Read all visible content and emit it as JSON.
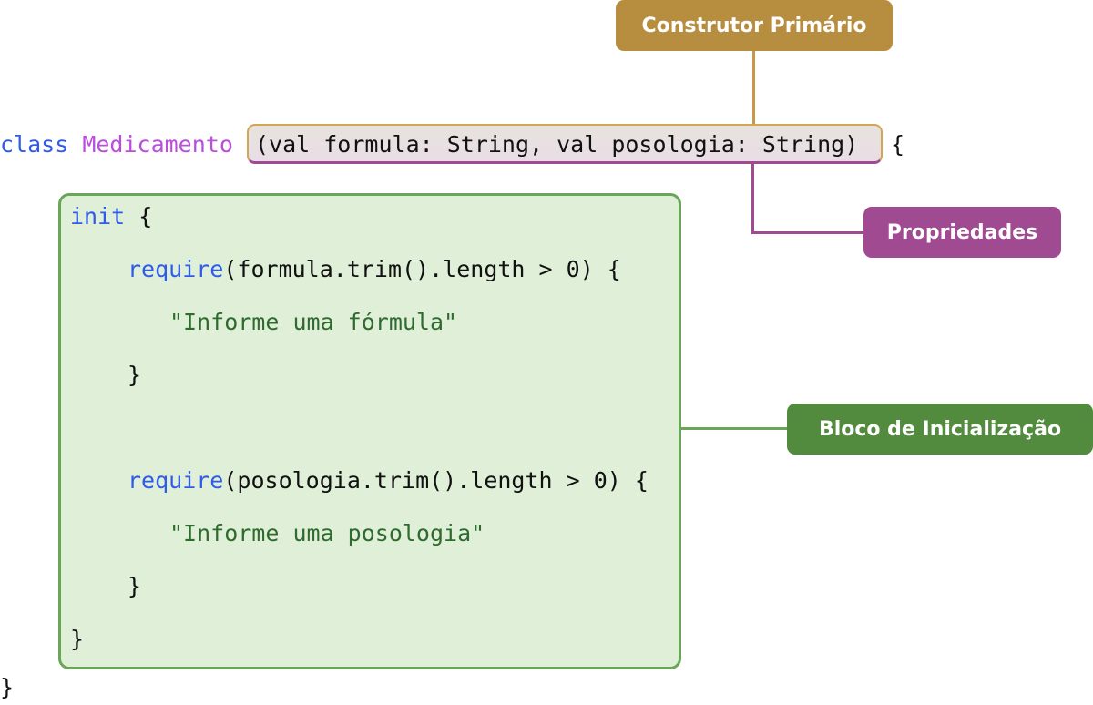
{
  "code": {
    "kw_class": "class",
    "class_name": "Medicamento",
    "constructor_params": "(val formula: String, val posologia: String)",
    "open_brace": "{",
    "kw_init": "init",
    "init_brace": " {",
    "kw_require1": "require",
    "require1_rest": "(formula.trim().length > 0) {",
    "msg1": "\"Informe uma fórmula\"",
    "close1": "}",
    "kw_require2": "require",
    "require2_rest": "(posologia.trim().length > 0) {",
    "msg2": "\"Informe uma posologia\"",
    "close2": "}",
    "close_init": "}",
    "close_class": "}"
  },
  "labels": {
    "primary_constructor": "Construtor Primário",
    "properties": "Propriedades",
    "init_block": "Bloco de Inicialização"
  },
  "colors": {
    "gold": "#b78e3f",
    "purple": "#a04a91",
    "green": "#538b3e",
    "green_bg": "#dfefd8"
  }
}
